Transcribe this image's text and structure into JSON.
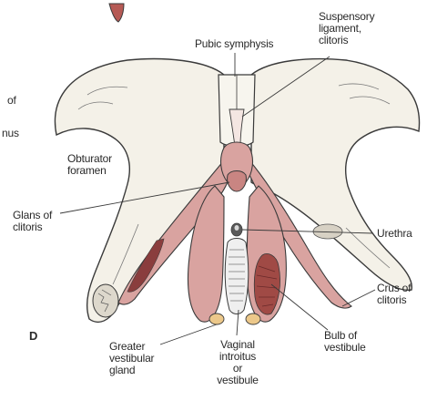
{
  "figure": {
    "panel_letter": "D",
    "labels": {
      "pubic_symphysis": "Pubic symphysis",
      "suspensory_ligament": "Suspensory\nligament,\nclitoris",
      "obturator_foramen": "Obturator\nforamen",
      "glans_of_clitoris": "Glans of\nclitoris",
      "urethra": "Urethra",
      "crus_of_clitoris": "Crus of\nclitoris",
      "bulb_of_vestibule": "Bulb of\nvestibule",
      "greater_vestibular_gland": "Greater\nvestibular\ngland",
      "vaginal_introitus": "Vaginal\nintroitus\nor\nvestibule",
      "cropped_left_top": "of",
      "cropped_left_bottom": "nus"
    }
  },
  "colors": {
    "background": "#ffffff",
    "bone_fill": "#f4f1e8",
    "bone_stroke": "#3a3a3a",
    "tissue_fill": "#d9a3a0",
    "tissue_dark": "#8a3d3d",
    "tissue_red": "#b65a55",
    "gland_fill": "#ecc88a",
    "leader_line": "#3a3a3a",
    "text": "#2a2a2a"
  }
}
